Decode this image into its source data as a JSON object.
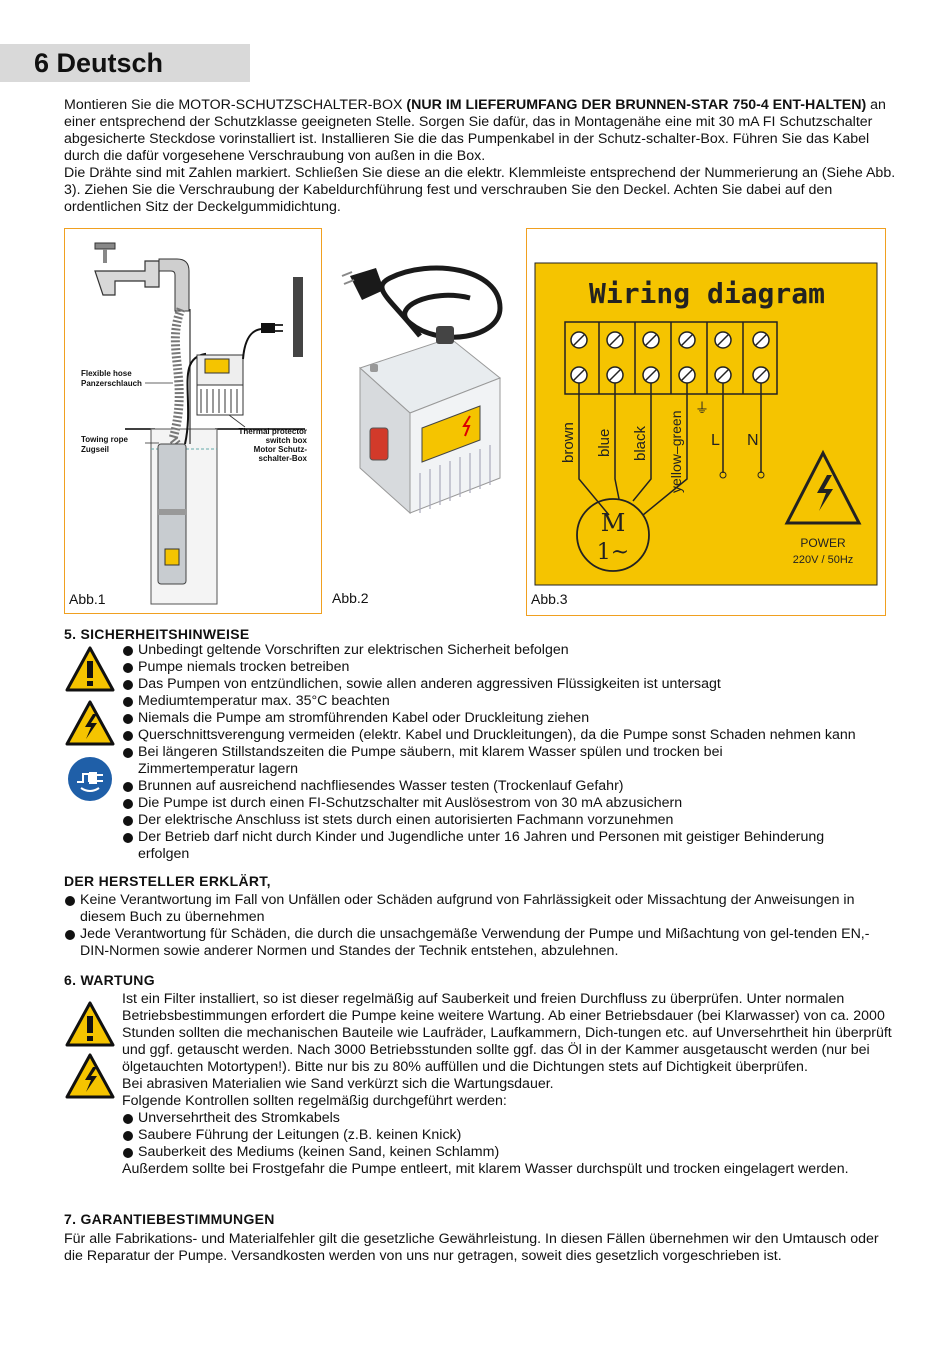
{
  "header": {
    "title": "6 Deutsch"
  },
  "intro": {
    "p1_pre": "Montieren Sie die MOTOR-SCHUTZSCHALTER-BOX ",
    "p1_bold": "(NUR IM LIEFERUMFANG DER BRUNNEN-STAR 750-4 ENT-HALTEN)",
    "p1_post": " an einer entsprechend der Schutzklasse geeigneten Stelle. Sorgen Sie dafür, das in Montagenähe eine mit 30 mA FI Schutzschalter abgesicherte Steckdose vorinstalliert ist. Installieren Sie die das Pumpenkabel in der Schutz-schalter-Box. Führen Sie das Kabel durch die dafür vorgesehene Verschraubung von außen in die Box.",
    "p2": "Die Drähte sind mit Zahlen markiert. Schließen Sie diese an die elektr. Klemmleiste entsprechend der Nummerierung an (Siehe Abb. 3). Ziehen Sie die Verschraubung der Kabeldurchführung fest und verschrauben Sie den Deckel. Achten Sie dabei auf den ordentlichen Sitz der Deckelgummidichtung."
  },
  "figures": {
    "abb1": {
      "label": "Abb.1",
      "flex_hose_en": "Flexible hose",
      "flex_hose_de": "Panzerschlauch",
      "towing_en": "Towing rope",
      "towing_de": "Zugseil",
      "thermal_1": "Thermal protector",
      "thermal_2": "switch box",
      "thermal_3": "Motor Schutz-",
      "thermal_4": "schalter-Box"
    },
    "abb2": {
      "label": "Abb.2"
    },
    "abb3": {
      "label": "Abb.3",
      "title": "Wiring diagram",
      "wires": [
        "brown",
        "blue",
        "black",
        "yellow–green"
      ],
      "earth": "⏚",
      "L": "L",
      "N": "N",
      "motor_m": "M",
      "motor_1": "1~",
      "power": "POWER",
      "voltage": "220V / 50Hz",
      "bg_color": "#f5c400"
    }
  },
  "safety": {
    "title": "5. SICHERHEITSHINWEISE",
    "items": [
      "Unbedingt geltende Vorschriften zur elektrischen Sicherheit befolgen",
      "Pumpe niemals trocken betreiben",
      "Das Pumpen von entzündlichen, sowie allen anderen aggressiven Flüssigkeiten ist untersagt",
      "Mediumtemperatur max. 35°C beachten",
      "Niemals die Pumpe am stromführenden Kabel oder Druckleitung ziehen",
      "Querschnittsverengung vermeiden (elektr. Kabel und Druckleitungen), da die Pumpe sonst Schaden nehmen kann",
      "Bei längeren Stillstandszeiten die Pumpe säubern, mit klarem Wasser spülen und trocken bei Zimmertemperatur lagern",
      "Brunnen auf ausreichend nachfliesendes Wasser testen (Trockenlauf Gefahr)",
      "Die Pumpe ist durch einen FI-Schutzschalter mit Auslösestrom von 30 mA abzusichern",
      "Der elektrische Anschluss ist stets durch einen autorisierten Fachmann vorzunehmen",
      "Der Betrieb darf nicht durch Kinder und Jugendliche unter 16 Jahren und Personen mit geistiger Behinderung erfolgen"
    ]
  },
  "manufacturer": {
    "title": "DER HERSTELLER ERKLÄRT,",
    "items": [
      "Keine Verantwortung im Fall von Unfällen oder Schäden aufgrund von Fahrlässigkeit oder Missachtung der Anweisungen in diesem Buch zu übernehmen",
      "Jede Verantwortung für Schäden, die durch die unsachgemäße Verwendung der Pumpe und Mißachtung von gel-tenden EN,- DIN-Normen sowie anderer Normen und Standes der Technik entstehen, abzulehnen."
    ]
  },
  "maintenance": {
    "title": "6. WARTUNG",
    "p1": "Ist ein Filter installiert, so ist dieser regelmäßig auf Sauberkeit und freien Durchfluss zu überprüfen. Unter normalen Betriebsbestimmungen erfordert die Pumpe keine weitere Wartung. Ab einer Betriebsdauer (bei Klarwasser) von ca. 2000 Stunden sollten die mechanischen Bauteile wie Laufräder, Laufkammern, Dich-tungen etc. auf Unversehrtheit hin überprüft und ggf. getauscht werden. Nach 3000 Betriebsstunden sollte ggf. das Öl in der Kammer ausgetauscht werden (nur bei ölgetauchten Motortypen!). Bitte nur bis zu 80% auffüllen und die Dichtungen stets auf Dichtigkeit überprüfen.",
    "p2": "Bei abrasiven Materialien wie Sand verkürzt sich die Wartungsdauer.",
    "p3": "Folgende Kontrollen sollten regelmäßig durchgeführt werden:",
    "items": [
      "Unversehrtheit des Stromkabels",
      "Saubere Führung der Leitungen (z.B. keinen Knick)",
      "Sauberkeit des Mediums (keinen Sand, keinen Schlamm)"
    ],
    "p4": "Außerdem sollte bei Frostgefahr die Pumpe entleert, mit klarem Wasser durchspült und trocken eingelagert werden."
  },
  "warranty": {
    "title": "7. GARANTIEBESTIMMUNGEN",
    "text": "Für alle Fabrikations- und Materialfehler gilt die gesetzliche Gewährleistung. In diesen Fällen übernehmen wir den Umtausch oder die Reparatur der Pumpe. Versandkosten werden von uns nur getragen, soweit dies gesetzlich vorgeschrieben ist."
  },
  "colors": {
    "warning_yellow": "#f5c400",
    "mandatory_blue": "#1f5fa8",
    "figure_border": "#f0a020"
  }
}
